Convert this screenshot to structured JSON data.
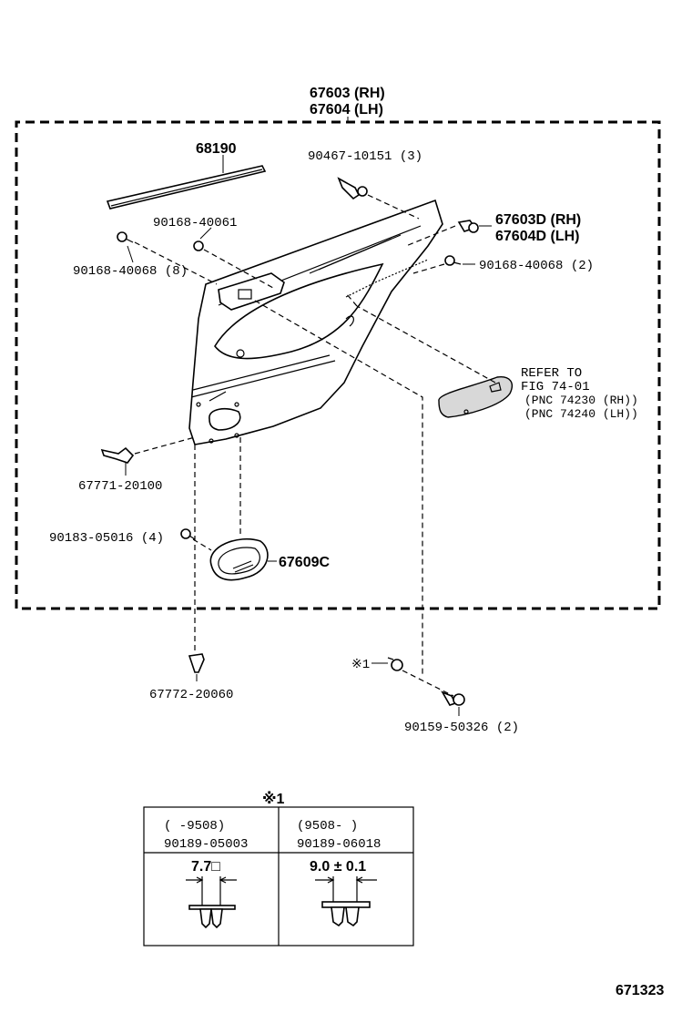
{
  "assembly": {
    "rh": "67603 (RH)",
    "lh": "67604 (LH)"
  },
  "parts": {
    "weatherstrip": "68190",
    "clip_top": "90467-10151 (3)",
    "screw_61": "90168-40061",
    "screw_68_8": "90168-40068 (8)",
    "panel_d_rh": "67603D (RH)",
    "panel_d_lh": "67604D (LH)",
    "screw_68_2": "90168-40068 (2)",
    "refer_1": "REFER TO",
    "refer_2": "FIG 74-01",
    "refer_3": "(PNC 74230 (RH))",
    "refer_4": "(PNC 74240 (LH))",
    "knob": "67771-20100",
    "screw_016": "90183-05016 (4)",
    "bezel": "67609C",
    "clip_bottom": "67772-20060",
    "mark": "※1",
    "screw_326": "90159-50326 (2)"
  },
  "detail": {
    "title": "※1",
    "col1_range": "(      -9508)",
    "col1_part": "90189-05003",
    "col1_dim": "7.7□",
    "col2_range": "(9508-      )",
    "col2_part": "90189-06018",
    "col2_dim": "9.0 ± 0.1"
  },
  "figure_id": "671323"
}
